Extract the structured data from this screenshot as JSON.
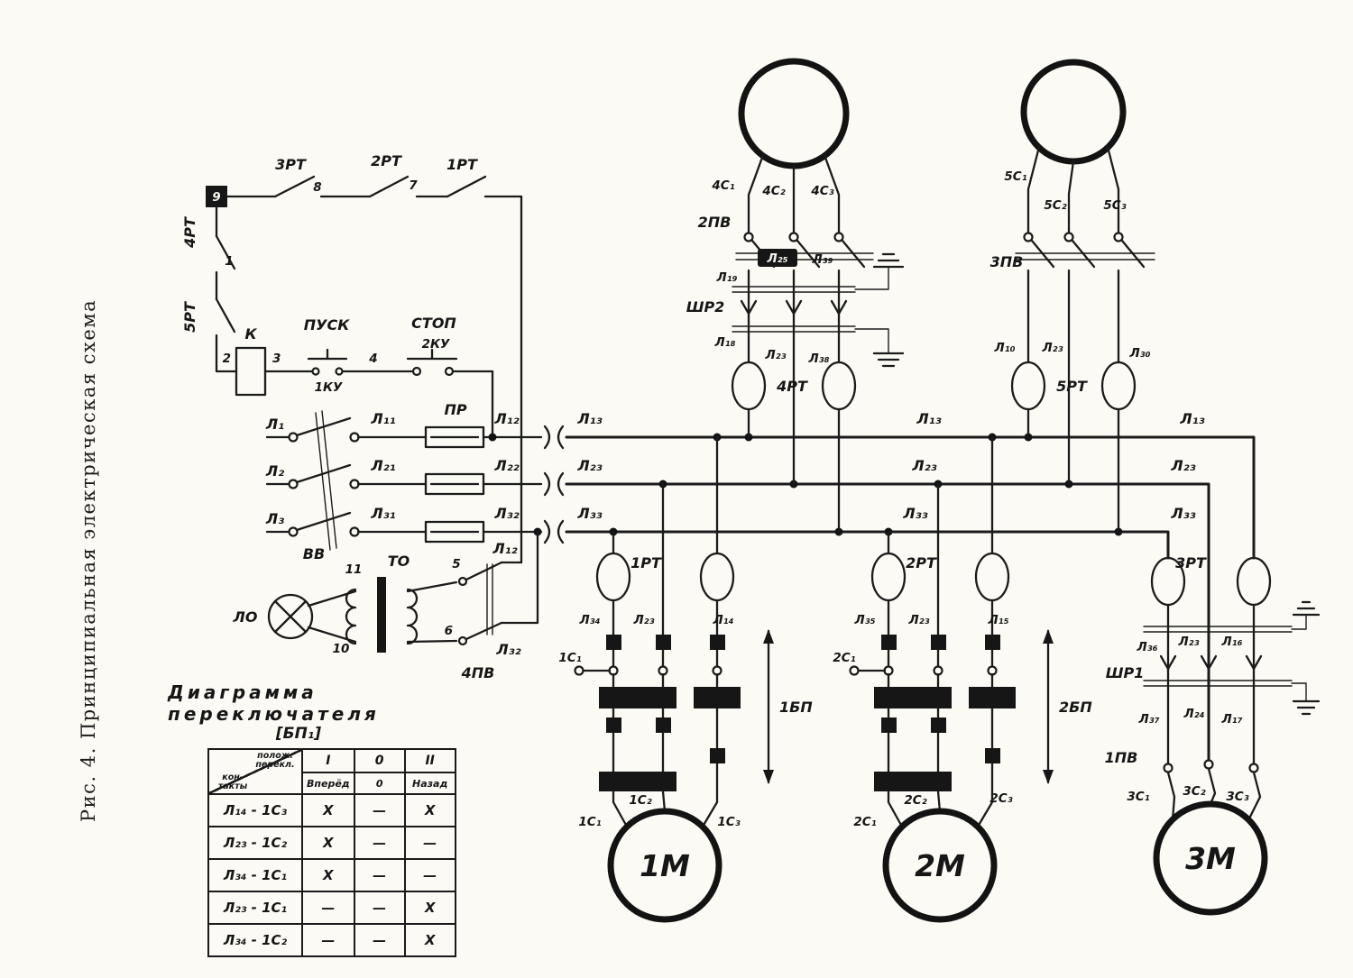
{
  "caption": "Рис. 4.  Принципиальная  электрическая  схема",
  "labels": {
    "rt1": "1РТ",
    "rt2": "2РТ",
    "rt3": "3РТ",
    "rt4": "4РТ",
    "rt5": "5РТ",
    "n1": "1",
    "n2": "2",
    "n3": "3",
    "n4": "4",
    "n5": "5",
    "n6": "6",
    "n7": "7",
    "n8": "8",
    "n9": "9",
    "n10": "10",
    "n11": "11",
    "k": "К",
    "pusk": "ПУСК",
    "ku1": "1КУ",
    "stop": "СТОП",
    "ku2": "2КУ",
    "vv": "ВВ",
    "pr": "ПР",
    "lo": "ЛО",
    "to": "ТО",
    "pv1": "1ПВ",
    "pv2": "2ПВ",
    "pv3": "3ПВ",
    "pv4": "4ПВ",
    "l1": "Л₁",
    "l2": "Л₂",
    "l3": "Л₃",
    "l11": "Л₁₁",
    "l21": "Л₂₁",
    "l31": "Л₃₁",
    "l12": "Л₁₂",
    "l22": "Л₂₂",
    "l32": "Л₃₂",
    "l13": "Л₁₃",
    "l23": "Л₂₃",
    "l33": "Л₃₃",
    "l10": "Л₁₀",
    "l30": "Л₃₀",
    "l14": "Л₁₄",
    "l15": "Л₁₅",
    "l16": "Л₁₆",
    "l17": "Л₁₇",
    "l18": "Л₁₈",
    "l19": "Л₁₉",
    "l24": "Л₂₄",
    "l25": "Л₂₅",
    "l34": "Л₃₄",
    "l35": "Л₃₅",
    "l36": "Л₃₆",
    "l37": "Л₃₇",
    "l38": "Л₃₈",
    "l39": "Л₃₉",
    "shr1": "ШР1",
    "shr2": "ШР2",
    "s4_1": "4С₁",
    "s4_2": "4С₂",
    "s4_3": "4С₃",
    "s5_1": "5С₁",
    "s5_2": "5С₂",
    "s5_3": "5С₃",
    "s1_1": "1С₁",
    "s1_2": "1С₂",
    "s1_3": "1С₃",
    "s2_1": "2С₁",
    "s2_2": "2С₂",
    "s2_3": "2С₃",
    "s3_1": "3С₁",
    "s3_2": "3С₂",
    "s3_3": "3С₃",
    "bp1": "1БП",
    "bp2": "2БП",
    "m1": "1М",
    "m2": "2М",
    "m3": "3М"
  },
  "table": {
    "title": "Диаграмма  переключателя",
    "subtitle": "[БП₁]",
    "corner_top": "полож. перекл.",
    "corner_bottom": "кон- такты",
    "positions": [
      "I",
      "0",
      "II"
    ],
    "directions": [
      "Вперёд",
      "0",
      "Назад"
    ],
    "rows": [
      {
        "contact": "Л₁₄ - 1С₃",
        "values": [
          "X",
          "—",
          "X"
        ]
      },
      {
        "contact": "Л₂₃ - 1С₂",
        "values": [
          "X",
          "—",
          "—"
        ]
      },
      {
        "contact": "Л₃₄ - 1С₁",
        "values": [
          "X",
          "—",
          "—"
        ]
      },
      {
        "contact": "Л₂₃ - 1С₁",
        "values": [
          "—",
          "—",
          "X"
        ]
      },
      {
        "contact": "Л₃₄ - 1С₂",
        "values": [
          "—",
          "—",
          "X"
        ]
      }
    ]
  }
}
